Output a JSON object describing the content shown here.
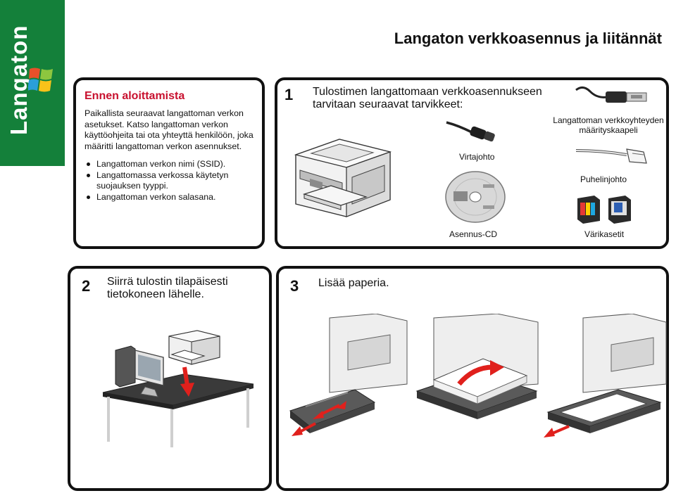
{
  "sidebar": {
    "tab_label": "Langaton"
  },
  "header": {
    "title": "Langaton verkkoasennus ja liitännät"
  },
  "before": {
    "title": "Ennen aloittamista",
    "intro": "Paikallista seuraavat langattoman verkon asetukset. Katso langattoman verkon käyttöohjeita tai ota yhteyttä henkilöön, joka määritti langattoman verkon asennukset.",
    "items": [
      "Langattoman verkon nimi (SSID).",
      "Langattomassa verkossa käytetyn suojauksen tyyppi.",
      "Langattoman verkon salasana."
    ]
  },
  "step1": {
    "number": "1",
    "text": "Tulostimen langattomaan verkkoasennukseen tarvitaan seuraavat tarvikkeet:",
    "captions": {
      "power": "Virtajohto",
      "cd": "Asennus-CD",
      "usb": "Langattoman verkkoyhteyden määrityskaapeli",
      "phone": "Puhelinjohto",
      "cartridges": "Värikasetit"
    }
  },
  "step2": {
    "number": "2",
    "text": "Siirrä tulostin tilapäisesti tietokoneen lähelle."
  },
  "step3": {
    "number": "3",
    "text": "Lisää paperia."
  },
  "colors": {
    "green": "#14803a",
    "red": "#c8102e",
    "arrow": "#e0201c"
  }
}
